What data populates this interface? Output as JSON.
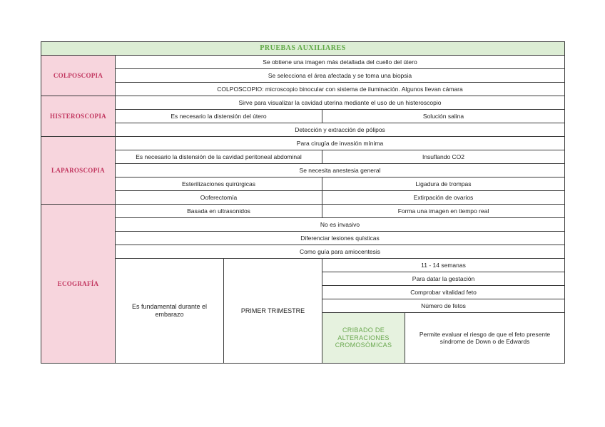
{
  "title": "PRUEBAS AUXILIARES",
  "colposcopia": {
    "label": "COLPOSCOPIA",
    "r1": "Se obtiene una imagen más detallada del cuello del útero",
    "r2": "Se selecciona el área afectada y se toma una biopsia",
    "r3": "COLPOSCOPIO: microscopio binocular con sistema de iluminación. Algunos llevan cámara"
  },
  "histeroscopia": {
    "label": "HISTEROSCOPIA",
    "r1": "Sirve para visualizar la cavidad uterina mediante el uso de un histeroscopio",
    "r2a": "Es necesario la distensión del útero",
    "r2b": "Solución salina",
    "r3": "Detección y extracción de pólipos"
  },
  "laparoscopia": {
    "label": "LAPAROSCOPIA",
    "r1": "Para cirugía de invasión mínima",
    "r2a": "Es necesario la distensión de la cavidad peritoneal abdominal",
    "r2b": "Insuflando CO2",
    "r3": "Se necesita anestesia general",
    "r4a": "Esterilizaciones quirúrgicas",
    "r4b": "Ligadura de trompas",
    "r5a": "Ooferectomía",
    "r5b": "Extirpación de ovarios"
  },
  "ecografia": {
    "label": "ECOGRAFÍA",
    "r1a": "Basada en ultrasonidos",
    "r1b": "Forma una imagen en tiempo real",
    "r2": "No es invasivo",
    "r3": "Diferenciar lesiones quísticas",
    "r4": "Como guía para amiocentesis",
    "fundamental": "Es fundamental durante el embarazo",
    "trimestre": "PRIMER TRIMESTRE",
    "semanas": "11 - 14 semanas",
    "datar": "Para datar la gestación",
    "vitalidad": "Comprobar vitalidad feto",
    "fetos": "Número de fetos",
    "cribado": "CRIBADO DE ALTERACIONES CROMOSÓMICAS",
    "riesgo": "Permite evaluar el riesgo de que el feto presente síndrome de Down o de Edwards"
  }
}
